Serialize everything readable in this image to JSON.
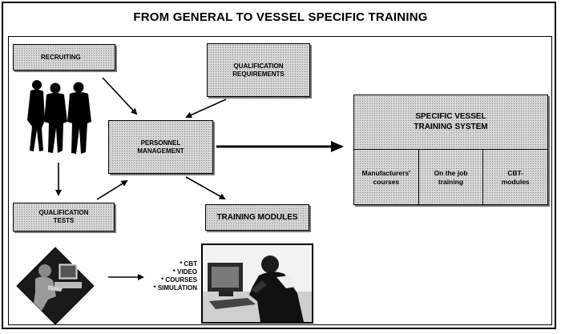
{
  "title": "FROM GENERAL TO VESSEL SPECIFIC TRAINING",
  "boxes": {
    "recruiting": "RECRUITING",
    "qualification_requirements": [
      "QUALIFICATION",
      "REQUIREMENTS"
    ],
    "personnel_management": [
      "PERSONNEL",
      "MANAGEMENT"
    ],
    "qualification_tests": [
      "QUALIFICATION",
      "TESTS"
    ],
    "training_modules": "TRAINING MODULES"
  },
  "specific_system": {
    "title": [
      "SPECIFIC VESSEL",
      "TRAINING SYSTEM"
    ],
    "cells": [
      [
        "Manufacturers'",
        "courses"
      ],
      [
        "On the job",
        "training"
      ],
      [
        "CBT-",
        "modules"
      ]
    ]
  },
  "training_media": [
    "* CBT",
    "* VIDEO",
    "* COURSES",
    "* SIMULATION"
  ],
  "icons": [
    "people-silhouettes-icon",
    "computer-user-diamond-icon",
    "computer-workstation-photo"
  ]
}
